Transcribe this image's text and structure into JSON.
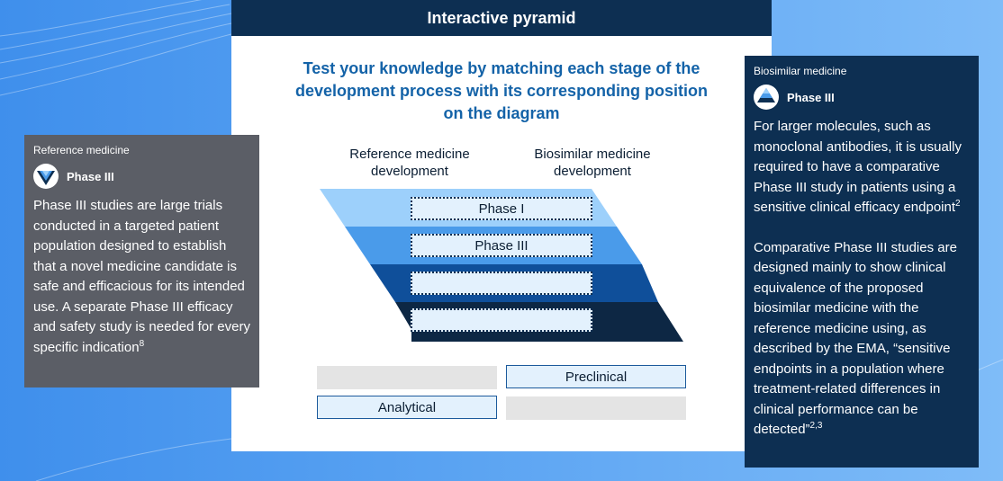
{
  "header": {
    "title": "Interactive pyramid"
  },
  "prompt": "Test your knowledge by matching each stage of the development process with its corresponding position on the diagram",
  "columns": {
    "left": "Reference medicine development",
    "right": "Biosimilar medicine development"
  },
  "slots": [
    {
      "label": "Phase I"
    },
    {
      "label": "Phase III"
    },
    {
      "label": ""
    },
    {
      "label": ""
    }
  ],
  "tiles": [
    {
      "label": ""
    },
    {
      "label": "Preclinical"
    },
    {
      "label": "Analytical"
    },
    {
      "label": ""
    }
  ],
  "reference_panel": {
    "label": "Reference medicine",
    "phase": "Phase III",
    "text": "Phase III studies are large trials conducted in a targeted patient population designed to establish that a novel medicine candidate is safe and efficacious for its intended use. A separate Phase III efficacy and safety study is needed for every specific indication",
    "ref": "8"
  },
  "biosimilar_panel": {
    "label": "Biosimilar medicine",
    "phase": "Phase III",
    "text1": "For larger molecules, such as monoclonal antibodies, it is usually required to have a comparative Phase III study in patients using a sensitive clinical efficacy endpoint",
    "ref1": "2",
    "text2": "Comparative Phase III studies are designed mainly to show clinical equivalence of the proposed biosimilar medicine with the reference medicine using, as described by the EMA, “sensitive endpoints in a population where treatment-related differences in clinical performance can be detected”",
    "ref2": "2,3"
  },
  "colors": {
    "header_bg": "#0d2f52",
    "prompt_text": "#1463a8",
    "band_1": "#9dd0fb",
    "band_2": "#4a9bea",
    "band_3": "#0f4f9a",
    "band_4": "#0d2744",
    "reference_panel_bg": "#5b5e66",
    "biosimilar_panel_bg": "#0d2f52"
  }
}
